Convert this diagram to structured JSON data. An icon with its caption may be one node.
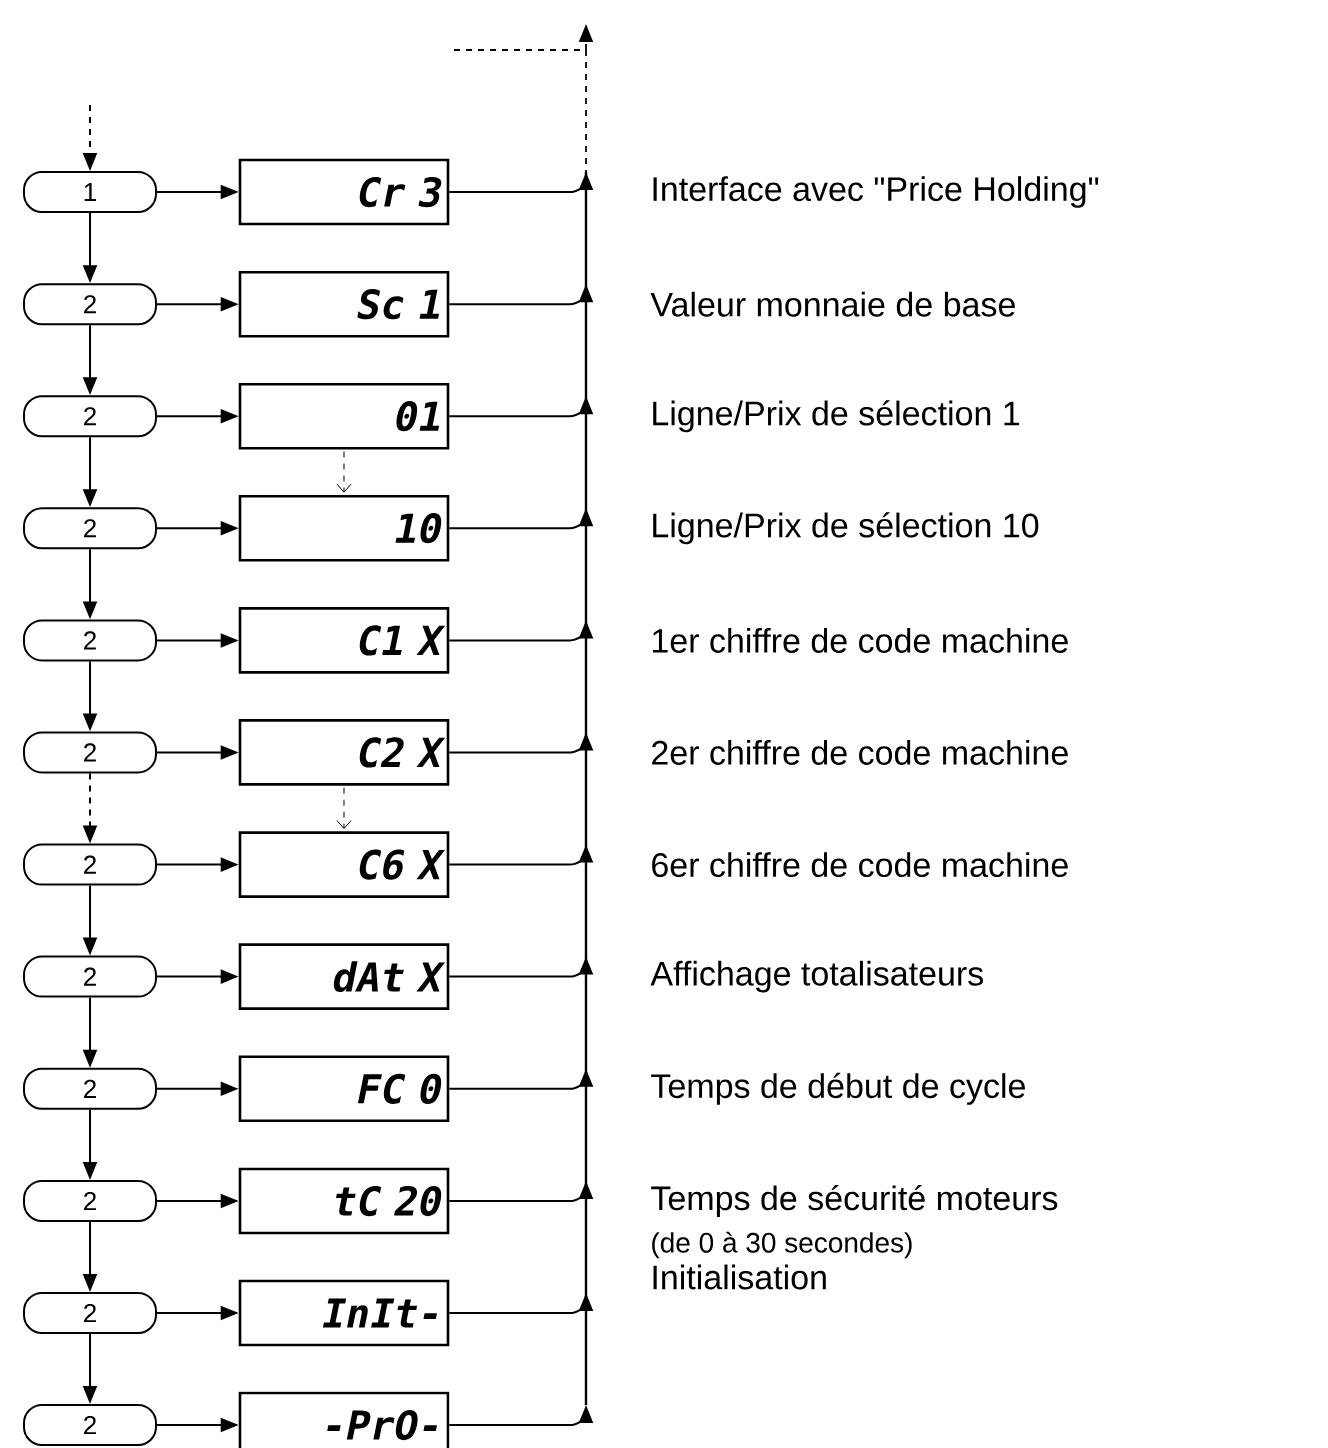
{
  "diagram": {
    "nodes": [
      {
        "text": [
          "1"
        ]
      },
      {
        "text": [
          "Cr 3"
        ]
      },
      {
        "text": [
          "2"
        ]
      },
      {
        "text": [
          "Sc 1"
        ]
      },
      {
        "text": [
          "2"
        ]
      },
      {
        "text": [
          "01"
        ]
      },
      {
        "text": [
          "2"
        ]
      },
      {
        "text": [
          "10"
        ]
      },
      {
        "text": [
          "2"
        ]
      },
      {
        "text": [
          "C1 X"
        ]
      },
      {
        "text": [
          "2"
        ]
      },
      {
        "text": [
          "C2 X"
        ]
      },
      {
        "text": [
          "2"
        ]
      },
      {
        "text": [
          "C6 X"
        ]
      },
      {
        "text": [
          "2"
        ]
      },
      {
        "text": [
          "dAt X"
        ]
      },
      {
        "text": [
          "2"
        ]
      },
      {
        "text": [
          "FC 0"
        ]
      },
      {
        "text": [
          "2"
        ]
      },
      {
        "text": [
          "tC 20"
        ]
      },
      {
        "text": [
          "2"
        ]
      },
      {
        "text": [
          "InIt-"
        ]
      },
      {
        "text": [
          "2"
        ]
      },
      {
        "text": [
          "-PrO-"
        ]
      }
    ],
    "edges": [
      {
        "from": null,
        "to": 0,
        "arrow": "to",
        "style": "dashed"
      },
      {
        "from": 0,
        "to": 2,
        "arrow": "to"
      },
      {
        "from": 2,
        "to": 4,
        "arrow": "to"
      },
      {
        "from": 4,
        "to": 6,
        "arrow": "to"
      },
      {
        "from": 6,
        "to": 8,
        "arrow": "to"
      },
      {
        "from": 8,
        "to": 10,
        "arrow": "to"
      },
      {
        "from": 10,
        "to": 12,
        "arrow": "to",
        "style": "dashed"
      },
      {
        "from": 12,
        "to": 14,
        "arrow": "to"
      },
      {
        "from": 14,
        "to": 16,
        "arrow": "to"
      },
      {
        "from": 16,
        "to": 18,
        "arrow": "to"
      },
      {
        "from": 18,
        "to": 20,
        "arrow": "to"
      },
      {
        "from": 20,
        "to": 22,
        "arrow": "to"
      },
      {
        "from": 0,
        "to": 1,
        "arrow": "to"
      },
      {
        "from": 2,
        "to": 3,
        "arrow": "to"
      },
      {
        "from": 4,
        "to": 5,
        "arrow": "to"
      },
      {
        "from": 6,
        "to": 7,
        "arrow": "to"
      },
      {
        "from": 8,
        "to": 9,
        "arrow": "to"
      },
      {
        "from": 10,
        "to": 11,
        "arrow": "to"
      },
      {
        "from": 12,
        "to": 13,
        "arrow": "to"
      },
      {
        "from": 14,
        "to": 15,
        "arrow": "to"
      },
      {
        "from": 16,
        "to": 17,
        "arrow": "to"
      },
      {
        "from": 18,
        "to": 19,
        "arrow": "to"
      },
      {
        "from": 20,
        "to": 21,
        "arrow": "to"
      },
      {
        "from": 22,
        "to": 23,
        "arrow": "to"
      },
      {
        "from": 5,
        "to": 7,
        "arrow": "to",
        "style": "dashed"
      },
      {
        "from": 11,
        "to": 13,
        "arrow": "to",
        "style": "dashed"
      },
      {
        "from": 1,
        "to": null,
        "arrow": "to"
      },
      {
        "from": 3,
        "to": null,
        "arrow": "to"
      },
      {
        "from": 5,
        "to": null,
        "arrow": "to"
      },
      {
        "from": 7,
        "to": null,
        "arrow": "to"
      },
      {
        "from": 9,
        "to": null,
        "arrow": "to"
      },
      {
        "from": 11,
        "to": null,
        "arrow": "to"
      },
      {
        "from": 13,
        "to": null,
        "arrow": "to"
      },
      {
        "from": 15,
        "to": null,
        "arrow": "to"
      },
      {
        "from": 17,
        "to": null,
        "arrow": "to"
      },
      {
        "from": 19,
        "to": null,
        "arrow": "to"
      },
      {
        "from": 21,
        "to": null,
        "arrow": "to"
      },
      {
        "from": 23,
        "to": null,
        "arrow": "to"
      }
    ],
    "labels": [
      "Interface avec \"Price Holding\"",
      "Valeur monnaie de base",
      "Ligne/Prix de sélection 1",
      "Ligne/Prix de sélection 10",
      "1er chiffre de code machine",
      "2er chiffre de code machine",
      "6er chiffre de code machine",
      "Affichage totalisateurs",
      "Temps de début de cycle",
      "Temps de sécurité moteurs",
      "(de 0 à 30 secondes)",
      "Initialisation"
    ]
  }
}
